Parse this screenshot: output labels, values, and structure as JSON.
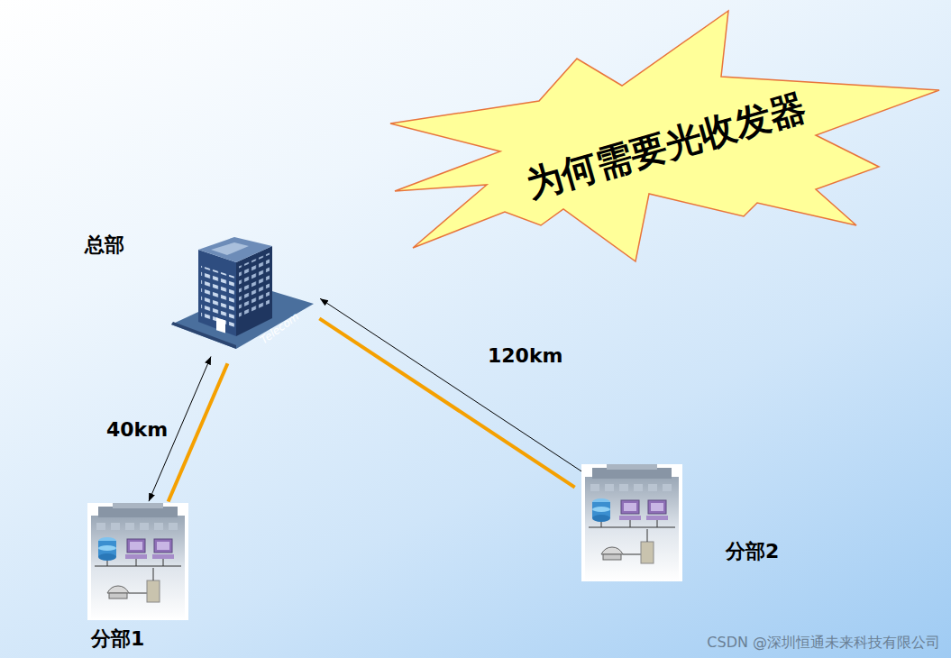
{
  "diagram": {
    "nodes": [
      {
        "text": [
          "为何需要光收发器"
        ]
      },
      {
        "text": [
          "总部"
        ]
      },
      {
        "text": [
          "分部1"
        ]
      },
      {
        "text": [
          "分部2"
        ]
      }
    ],
    "edges": [
      {
        "from": 1,
        "to": 2,
        "arrow": "both",
        "label": "40km"
      },
      {
        "from": 3,
        "to": 1,
        "arrow": "to",
        "label": "120km"
      }
    ],
    "labels": [
      "Telecom",
      "CSDN @深圳恒通未来科技有限公司"
    ]
  }
}
